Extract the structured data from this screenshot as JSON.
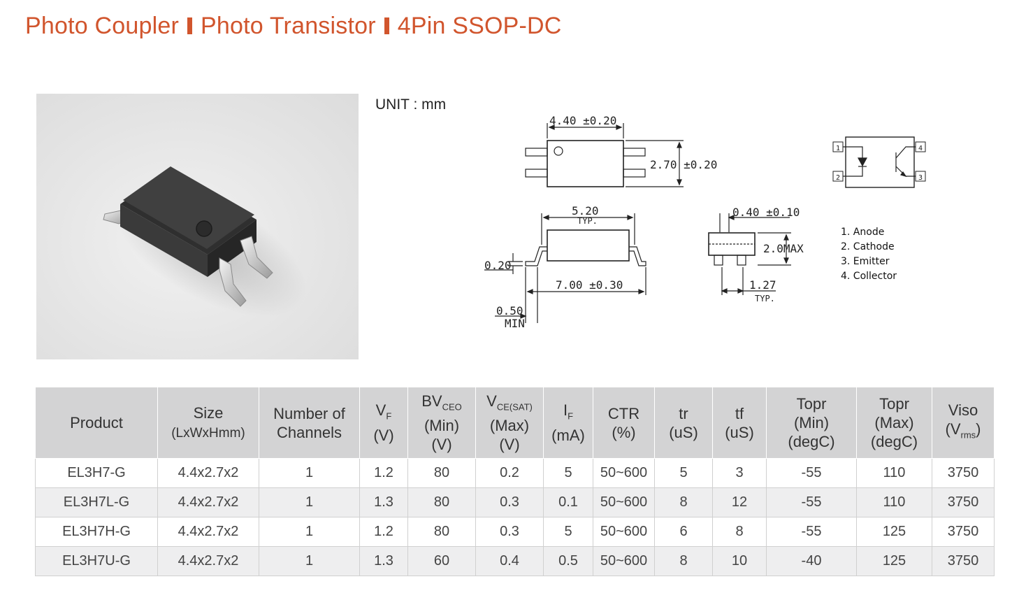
{
  "title": {
    "part1": "Photo Coupler",
    "part2": "Photo Transistor",
    "part3": "4Pin SSOP-DC"
  },
  "unit_label": "UNIT : mm",
  "dimensions": {
    "body_length": "4.40 ±0.20",
    "body_width": "2.70 ±0.20",
    "body_typ": "5.20",
    "typ": "TYP.",
    "lead_thickness": "0.20",
    "overall_length": "7.00 ±0.30",
    "standoff": "0.50",
    "min": "MIN",
    "lead_width": "0.40 ±0.10",
    "height": "2.0MAX",
    "pitch": "1.27",
    "typ2": "TYP."
  },
  "schematic": {
    "pins": [
      "1",
      "2",
      "3",
      "4"
    ]
  },
  "pin_legend": [
    "1. Anode",
    "2. Cathode",
    "3. Emitter",
    "4. Collector"
  ],
  "table": {
    "headers": {
      "product": "Product",
      "size": "Size",
      "size_unit": "(LxWxHmm)",
      "channels_1": "Number of",
      "channels_2": "Channels",
      "vf": "V",
      "vf_sub": "F",
      "vf_unit": "(V)",
      "bv": "BV",
      "bv_sub": "CEO",
      "bv_min": "(Min)",
      "bv_unit": "(V)",
      "vce": "V",
      "vce_sub": "CE(SAT)",
      "vce_max": "(Max)",
      "vce_unit": "(V)",
      "if": "I",
      "if_sub": "F",
      "if_unit": "(mA)",
      "ctr": "CTR",
      "ctr_unit": "(%)",
      "tr": "tr",
      "tr_unit": "(uS)",
      "tf": "tf",
      "tf_unit": "(uS)",
      "topr_min": "Topr",
      "topr_min_2": "(Min)",
      "topr_min_unit": "(degC)",
      "topr_max": "Topr",
      "topr_max_2": "(Max)",
      "topr_max_unit": "(degC)",
      "viso": "Viso",
      "viso_unit_open": "(V",
      "viso_sub": "rms",
      "viso_unit_close": ")"
    },
    "rows": [
      [
        "EL3H7-G",
        "4.4x2.7x2",
        "1",
        "1.2",
        "80",
        "0.2",
        "5",
        "50~600",
        "5",
        "3",
        "-55",
        "110",
        "3750"
      ],
      [
        "EL3H7L-G",
        "4.4x2.7x2",
        "1",
        "1.3",
        "80",
        "0.3",
        "0.1",
        "50~600",
        "8",
        "12",
        "-55",
        "110",
        "3750"
      ],
      [
        "EL3H7H-G",
        "4.4x2.7x2",
        "1",
        "1.2",
        "80",
        "0.3",
        "5",
        "50~600",
        "6",
        "8",
        "-55",
        "125",
        "3750"
      ],
      [
        "EL3H7U-G",
        "4.4x2.7x2",
        "1",
        "1.3",
        "60",
        "0.4",
        "0.5",
        "50~600",
        "8",
        "10",
        "-40",
        "125",
        "3750"
      ]
    ]
  }
}
